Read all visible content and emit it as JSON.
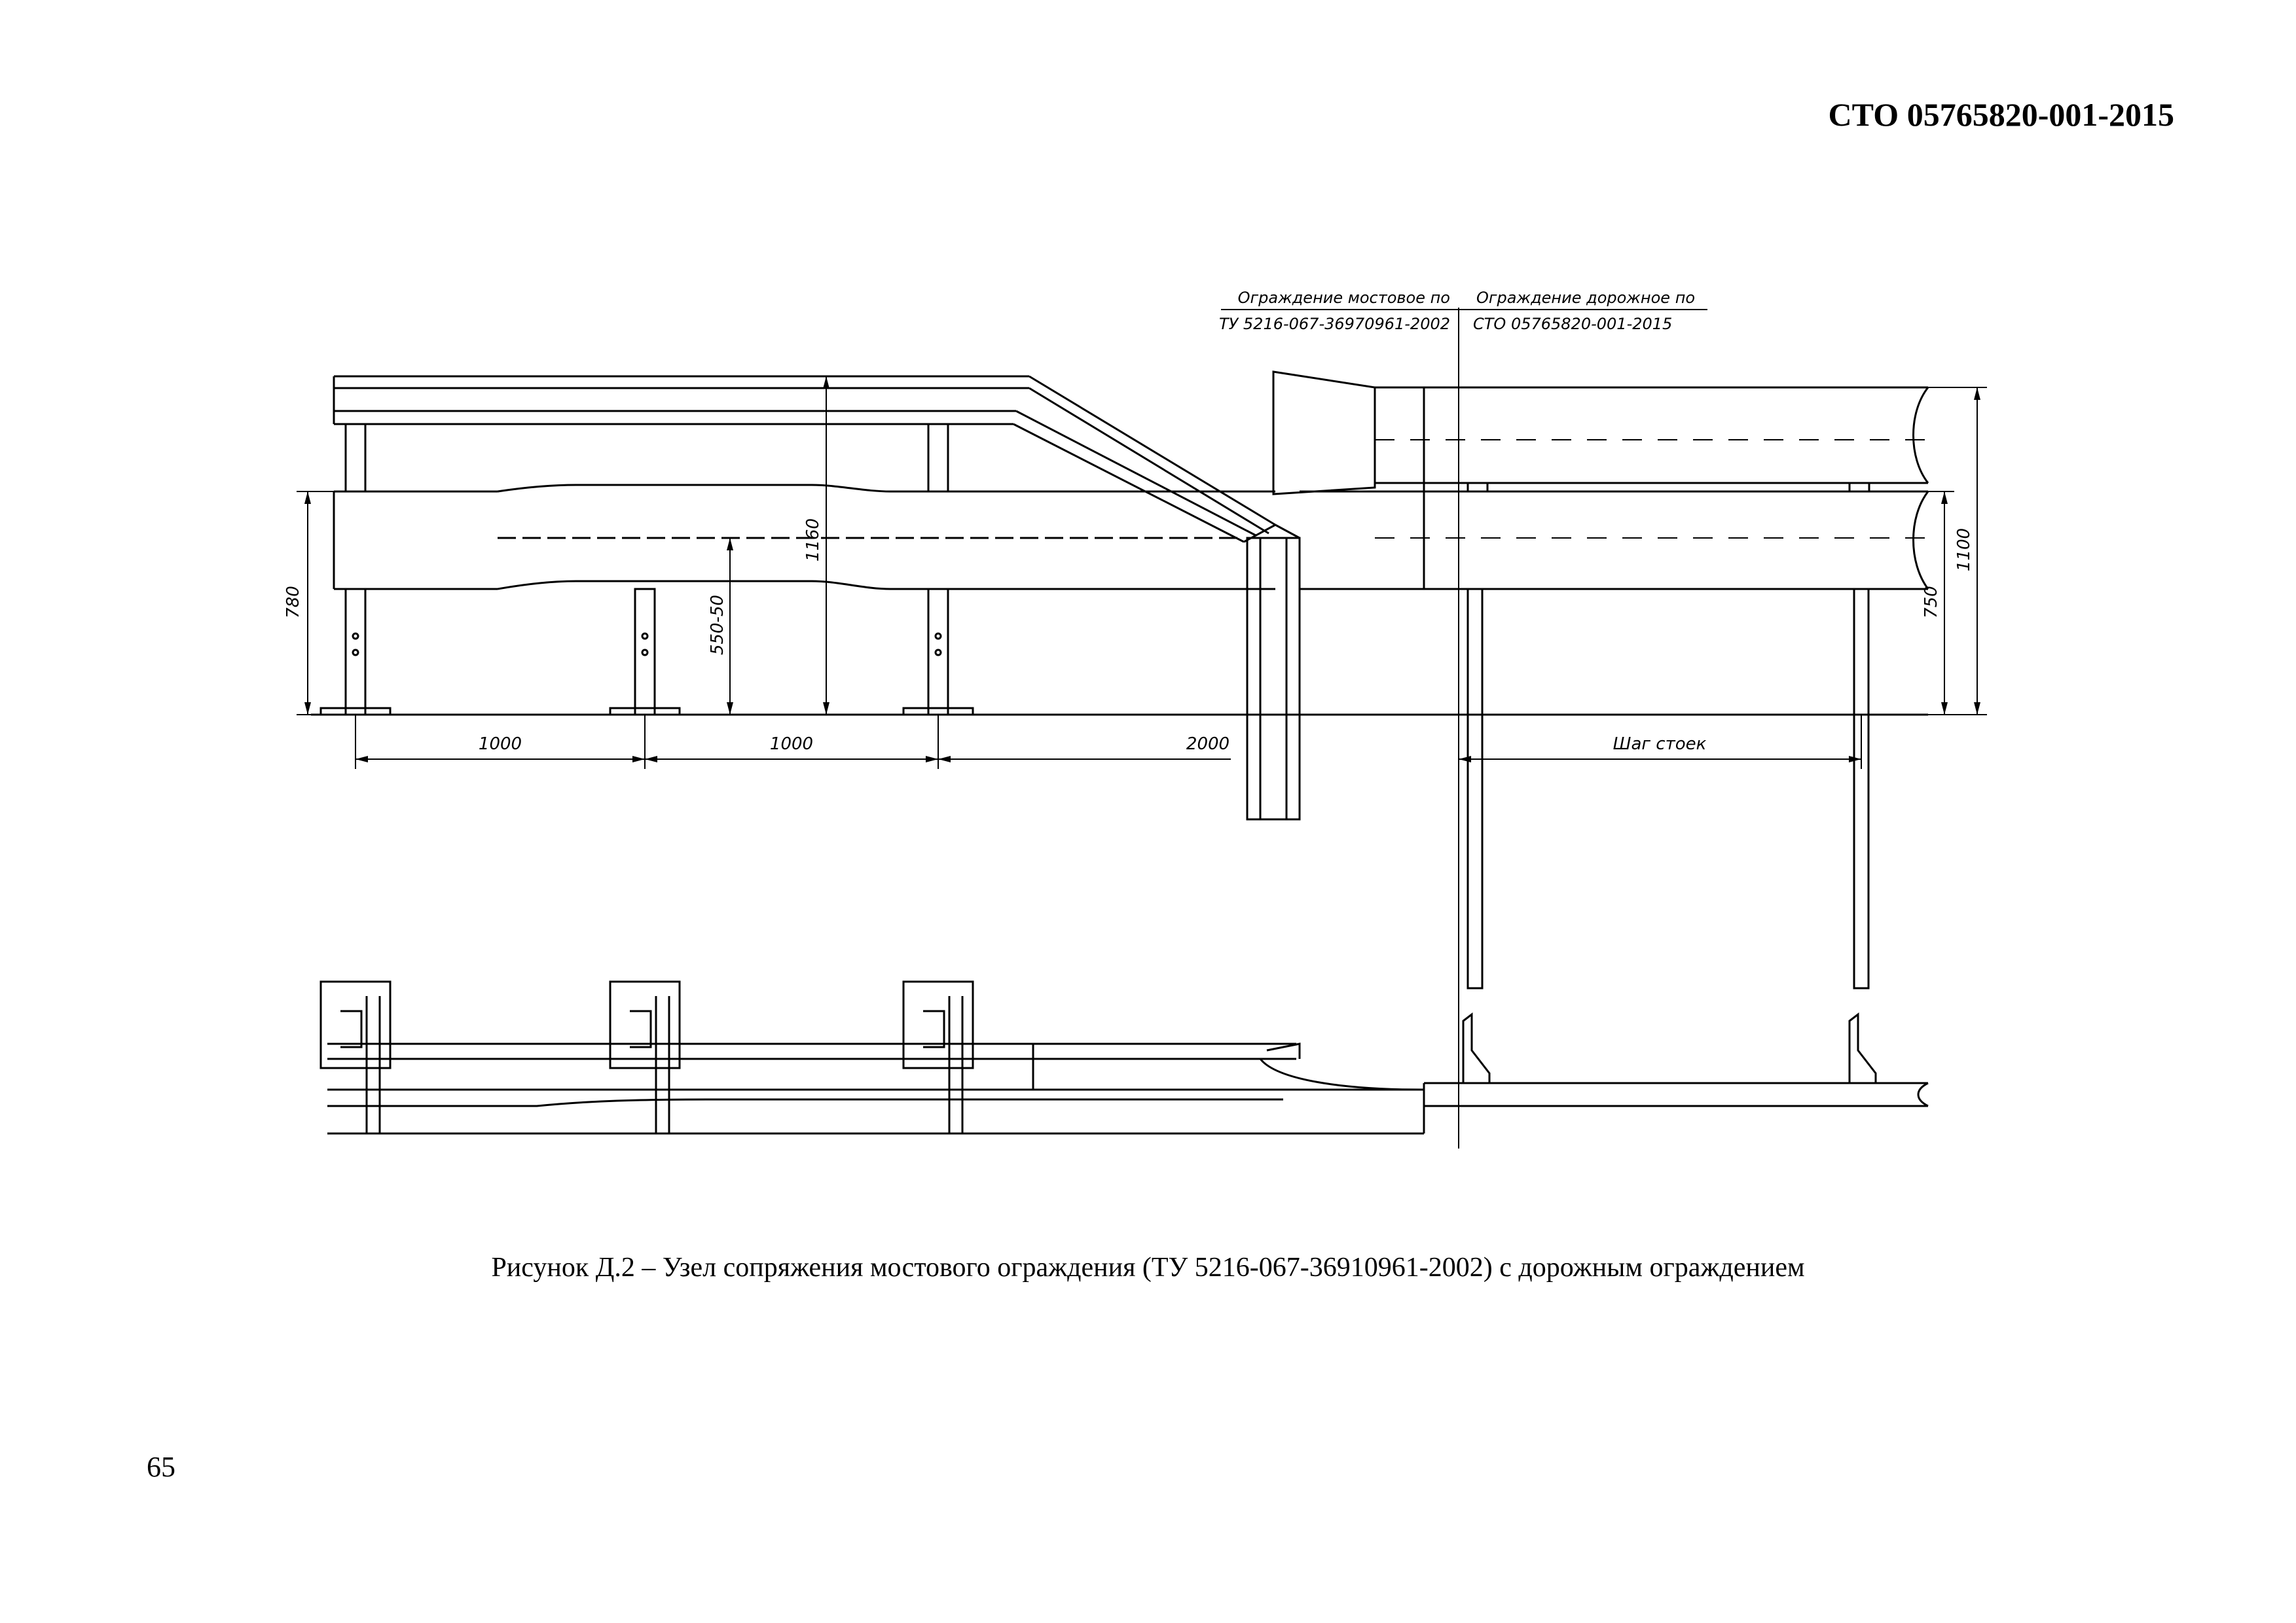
{
  "header": {
    "doc_code": "СТО 05765820-001-2015"
  },
  "drawing": {
    "callout_bridge_line1": "Ограждение мостовое по",
    "callout_bridge_line2": "ТУ 5216-067-36970961-2002",
    "callout_road_line1": "Ограждение дорожное по",
    "callout_road_line2": "СТО 05765820-001-2015",
    "dim_height_780": "780",
    "dim_height_1160": "1160",
    "dim_height_550": "550-50",
    "dim_height_750": "750",
    "dim_height_1100": "1100",
    "dim_span_1": "1000",
    "dim_span_2": "1000",
    "dim_span_3": "2000",
    "dim_post_spacing": "Шаг стоек"
  },
  "caption": "Рисунок Д.2 – Узел сопряжения мостового ограждения (ТУ 5216-067-36910961-2002) с дорожным ограждением",
  "page_number": "65"
}
